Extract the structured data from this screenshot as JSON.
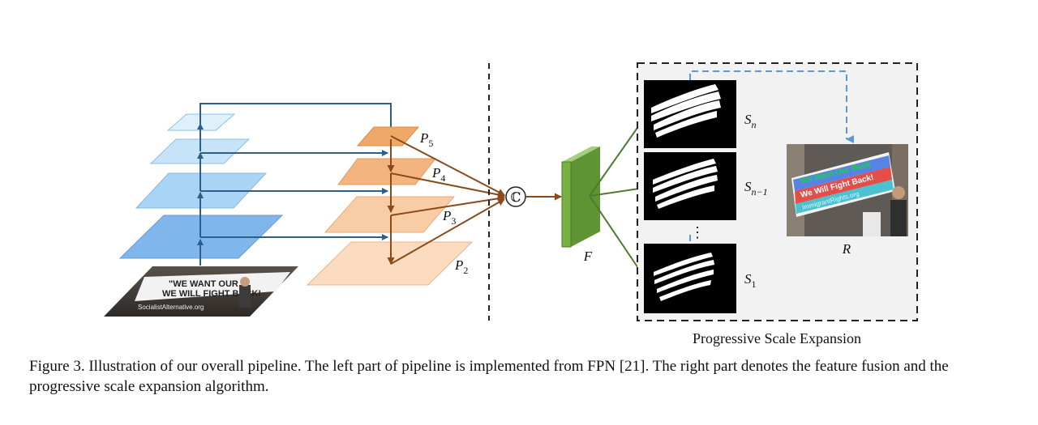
{
  "pyramid": {
    "labels": {
      "p5_main": "P",
      "p5_sub": "5",
      "p4_main": "P",
      "p4_sub": "4",
      "p3_main": "P",
      "p3_sub": "3",
      "p2_main": "P",
      "p2_sub": "2"
    },
    "concat_symbol": "ℂ"
  },
  "fusion": {
    "label": "F"
  },
  "maps": {
    "sn_main": "S",
    "sn_sub": "n",
    "sn1_main": "S",
    "sn1_sub": "n−1",
    "s1_main": "S",
    "s1_sub": "1",
    "dots": "⋮"
  },
  "result": {
    "label": "R"
  },
  "photo_text": {
    "left_line1": "\"WE WANT OUR",
    "left_line2": "WE WILL FIGHT BACK!",
    "left_line3": "SocialistAlternative.org",
    "right_line1": "We Want Our Back",
    "right_line2": "We Will Fight Back!",
    "right_line3": "ImmigrantRights.org"
  },
  "pse_label": "Progressive Scale Expansion",
  "caption": "Figure 3. Illustration of our overall pipeline. The left part of pipeline is implemented from FPN [21]. The right part denotes the feature fusion and the progressive scale expansion algorithm.",
  "colors": {
    "blue_light": "#d6ecfa",
    "blue_mid": "#a9d4f5",
    "blue_dark": "#7fb6ec",
    "orange_dark": "#f0a868",
    "orange_light": "#fbdcc0",
    "arrow_blue": "#2e5e8a",
    "arrow_brown": "#8b4a1a",
    "arrow_green": "#4f7a2c",
    "green_block": "#78b044",
    "dashed_blue": "#5b9bd5"
  }
}
